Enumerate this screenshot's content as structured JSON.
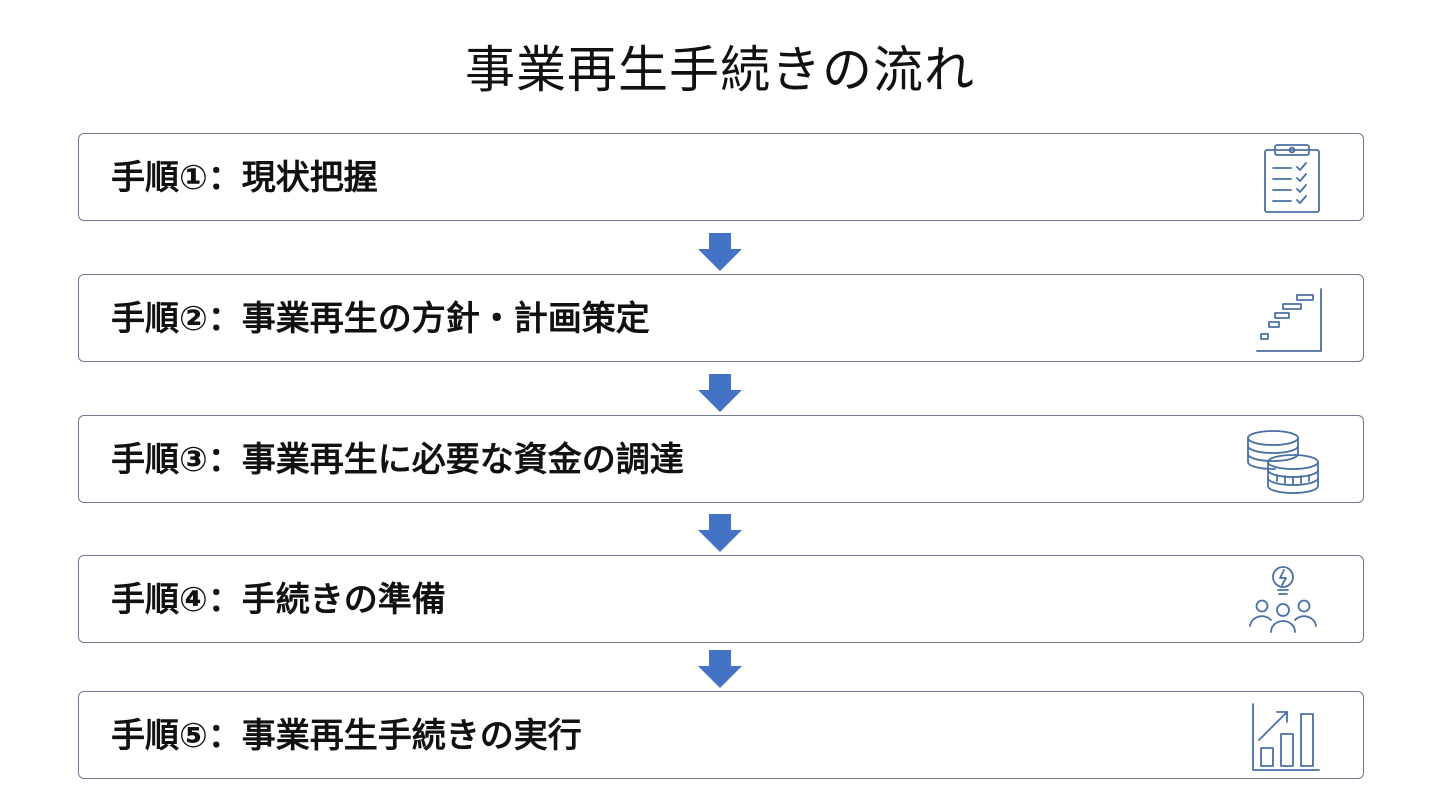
{
  "title": "事業再生手続きの流れ",
  "steps": [
    {
      "label": "手順①：現状把握",
      "icon": "clipboard-checklist-icon"
    },
    {
      "label": "手順②：事業再生の方針・計画策定",
      "icon": "gantt-plan-icon"
    },
    {
      "label": "手順③：事業再生に必要な資金の調達",
      "icon": "coins-icon"
    },
    {
      "label": "手順④：手続きの準備",
      "icon": "team-idea-icon"
    },
    {
      "label": "手順⑤：事業再生手続きの実行",
      "icon": "growth-chart-icon"
    }
  ],
  "colors": {
    "arrow": "#4472c4",
    "icon": "#4a6fa5",
    "box_border": "#6f7b8c",
    "text": "#111111"
  }
}
